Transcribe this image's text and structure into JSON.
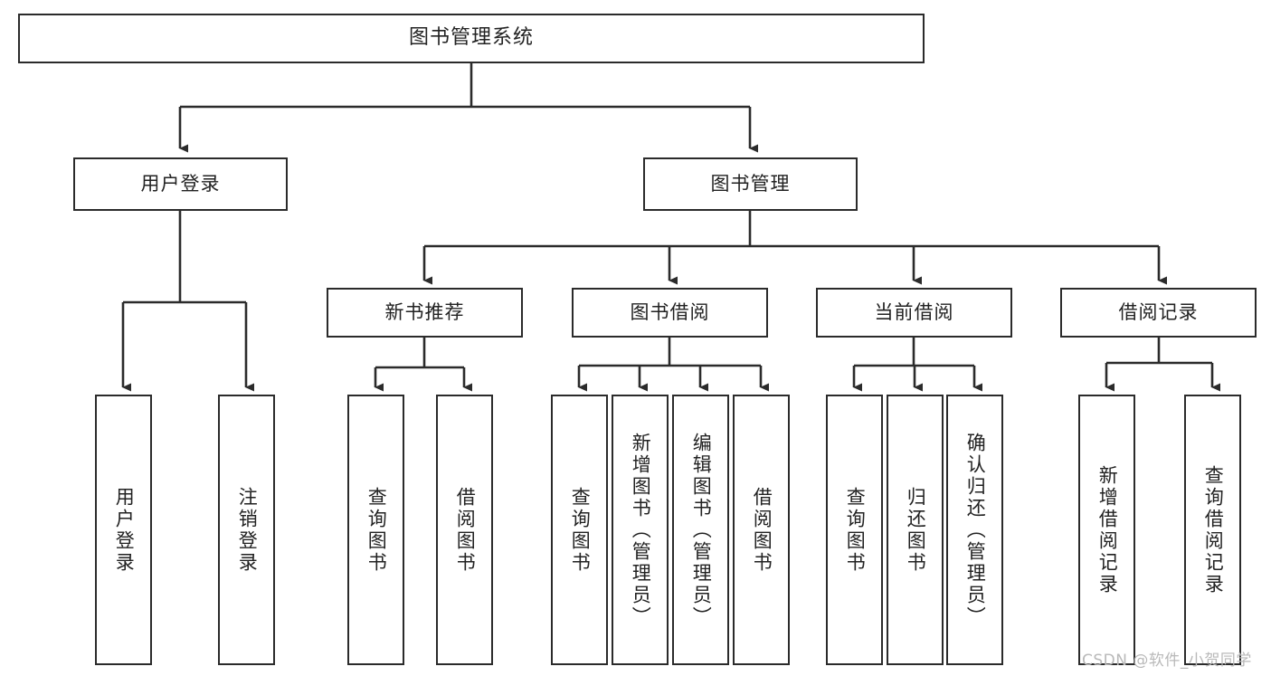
{
  "diagram": {
    "title": "图书管理系统",
    "watermark": "CSDN @软件_小贺同学",
    "colors": {
      "stroke": "#2b2b2b",
      "fill": "#ffffff",
      "text": "#222222",
      "watermark": "#b9b9b9"
    },
    "nodes": {
      "root": {
        "label": "图书管理系统"
      },
      "level2": [
        {
          "label": "用户登录"
        },
        {
          "label": "图书管理"
        }
      ],
      "level3": [
        {
          "label": "新书推荐"
        },
        {
          "label": "图书借阅"
        },
        {
          "label": "当前借阅"
        },
        {
          "label": "借阅记录"
        }
      ],
      "leaves_user_login": [
        {
          "label": "用户登录"
        },
        {
          "label": "注销登录"
        }
      ],
      "leaves_new_book": [
        {
          "label": "查询图书"
        },
        {
          "label": "借阅图书"
        }
      ],
      "leaves_borrow": [
        {
          "label": "查询图书"
        },
        {
          "label": "新增图书（管理员）"
        },
        {
          "label": "编辑图书（管理员）"
        },
        {
          "label": "借阅图书"
        }
      ],
      "leaves_current": [
        {
          "label": "查询图书"
        },
        {
          "label": "归还图书"
        },
        {
          "label": "确认归还（管理员）"
        }
      ],
      "leaves_record": [
        {
          "label": "新增借阅记录"
        },
        {
          "label": "查询借阅记录"
        }
      ]
    }
  }
}
